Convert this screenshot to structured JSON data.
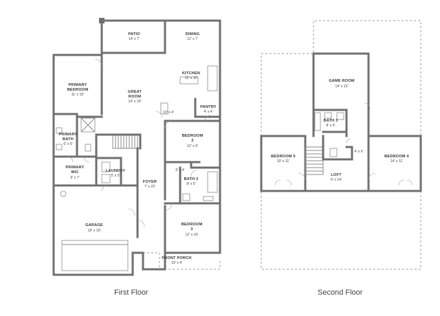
{
  "floors": [
    {
      "caption": "First Floor",
      "rooms": [
        {
          "id": "patio",
          "name": "PATIO",
          "dims": "14' x 7'"
        },
        {
          "id": "dining",
          "name": "DINING",
          "dims": "12' x 7'"
        },
        {
          "id": "kitchen",
          "name": "KITCHEN",
          "dims": "12' x 10'"
        },
        {
          "id": "primary-bedroom",
          "name": "PRIMARY BEDROOM",
          "dims": "11' x 15'"
        },
        {
          "id": "great-room",
          "name": "GREAT ROOM",
          "dims": "14' x 19'"
        },
        {
          "id": "pantry",
          "name": "PANTRY",
          "dims": "4' x 4'"
        },
        {
          "id": "hall-10x4",
          "name": "",
          "dims": "10' x 4'"
        },
        {
          "id": "bedroom-2",
          "name": "BEDROOM 2",
          "dims": "12' x 9'"
        },
        {
          "id": "primary-bath",
          "name": "PRIMARY BATH",
          "dims": "6' x 9'"
        },
        {
          "id": "primary-wic",
          "name": "PRIMARY WIC",
          "dims": "9' x 7'"
        },
        {
          "id": "laundry",
          "name": "LAUNDRY",
          "dims": "5' x 5'"
        },
        {
          "id": "hall-6x4",
          "name": "",
          "dims": "6' x 4'"
        },
        {
          "id": "bath-2",
          "name": "BATH 2",
          "dims": "8' x 5'"
        },
        {
          "id": "foyer",
          "name": "FOYER",
          "dims": "7' x 23'"
        },
        {
          "id": "garage",
          "name": "GARAGE",
          "dims": "19' x 19'"
        },
        {
          "id": "bedroom-3",
          "name": "BEDROOM 3",
          "dims": "12' x 10'"
        },
        {
          "id": "front-porch",
          "name": "FRONT PORCH",
          "dims": "19' x 4'"
        }
      ]
    },
    {
      "caption": "Second Floor",
      "rooms": [
        {
          "id": "game-room",
          "name": "GAME ROOM",
          "dims": "14' x 13'"
        },
        {
          "id": "bath-3",
          "name": "BATH 3",
          "dims": "8' x 5'"
        },
        {
          "id": "bedroom-5",
          "name": "BEDROOM 5",
          "dims": "10' x 11'"
        },
        {
          "id": "hall-4x6",
          "name": "",
          "dims": "4' x 6'"
        },
        {
          "id": "bedroom-4",
          "name": "BEDROOM 4",
          "dims": "14' x 11'"
        },
        {
          "id": "loft",
          "name": "LOFT",
          "dims": "6' x 14'"
        }
      ]
    }
  ]
}
